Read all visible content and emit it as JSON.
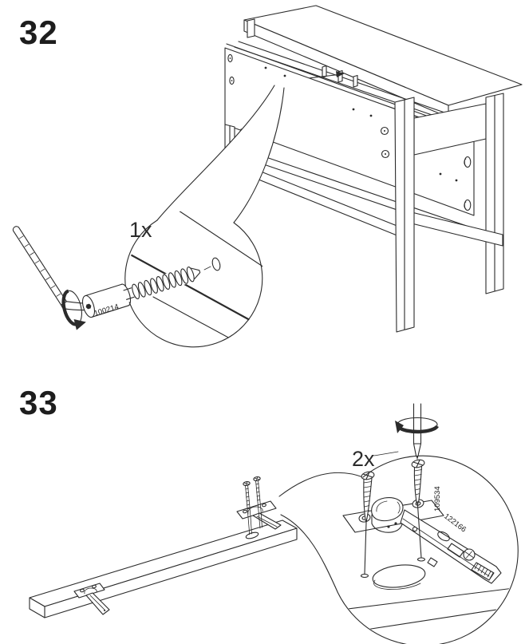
{
  "document": {
    "type": "assembly-instructions-page"
  },
  "colors": {
    "background": "#ffffff",
    "line": "#2b2b2b",
    "part_number": "#4a4a4a",
    "part_number_highlight": "#8a7b2d"
  },
  "steps": [
    {
      "number": "32",
      "quantity": "1x",
      "parts": [
        {
          "id": "100214"
        }
      ],
      "tool": "allen-key"
    },
    {
      "number": "33",
      "quantity": "2x",
      "parts": [
        {
          "id": "109534"
        },
        {
          "id": "122166"
        }
      ],
      "tool": "screwdriver"
    }
  ]
}
